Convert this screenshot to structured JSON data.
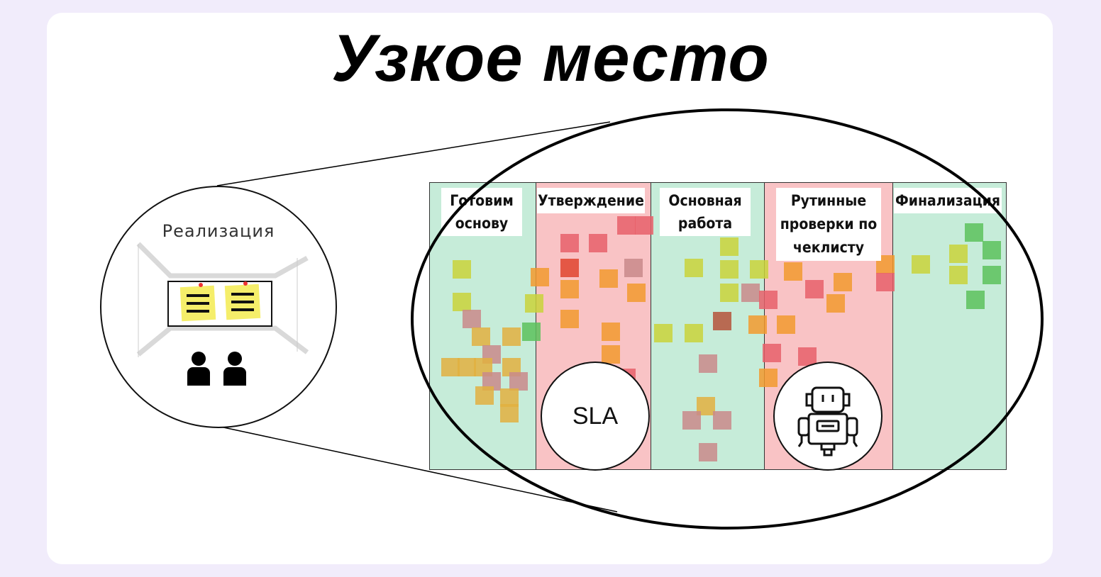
{
  "title": "Узкое место",
  "zoom_circle": {
    "label": "Реализация"
  },
  "board": {
    "columns": [
      {
        "label": "Готовим основу",
        "status": "ok",
        "color": "#c6ecd9"
      },
      {
        "label": "Утверждение",
        "status": "bottleneck",
        "color": "#f9c3c5"
      },
      {
        "label": "Основная работа",
        "status": "ok",
        "color": "#c6ecd9"
      },
      {
        "label": "Рутинные проверки по чеклисту",
        "status": "bottleneck",
        "color": "#f9c3c5"
      },
      {
        "label": "Финализация",
        "status": "ok",
        "color": "#c6ecd9"
      }
    ],
    "sla_label": "SLA",
    "robot_icon": "robot-icon"
  }
}
